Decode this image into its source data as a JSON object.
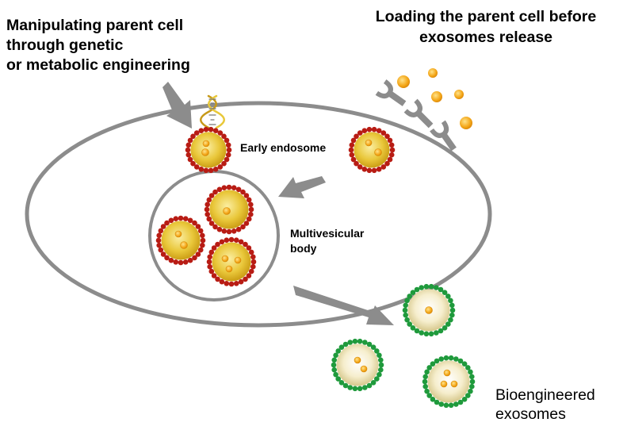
{
  "labels": {
    "manipulating": [
      "Manipulating parent cell",
      "through genetic",
      "or metabolic engineering"
    ],
    "loading": [
      "Loading the parent cell before",
      "exosomes release"
    ],
    "early_endosome": "Early endosome",
    "mvb": [
      "Multivesicular",
      "body"
    ],
    "bioengineered": [
      "Bioengineered",
      "exosomes"
    ]
  },
  "colors": {
    "outline": "#8c8c8c",
    "arrow": "#8c8c8c",
    "endosome_dots": "#b81c14",
    "exosome_dots": "#1f9a3c",
    "cargo": "#f3a516",
    "endosome_fill": "#e6c235",
    "exosome_fill": "#f4eccb",
    "dna": "#d8b92e"
  },
  "icons": [
    "dna-helix-icon",
    "receptor-icon",
    "cargo-particle-icon"
  ]
}
